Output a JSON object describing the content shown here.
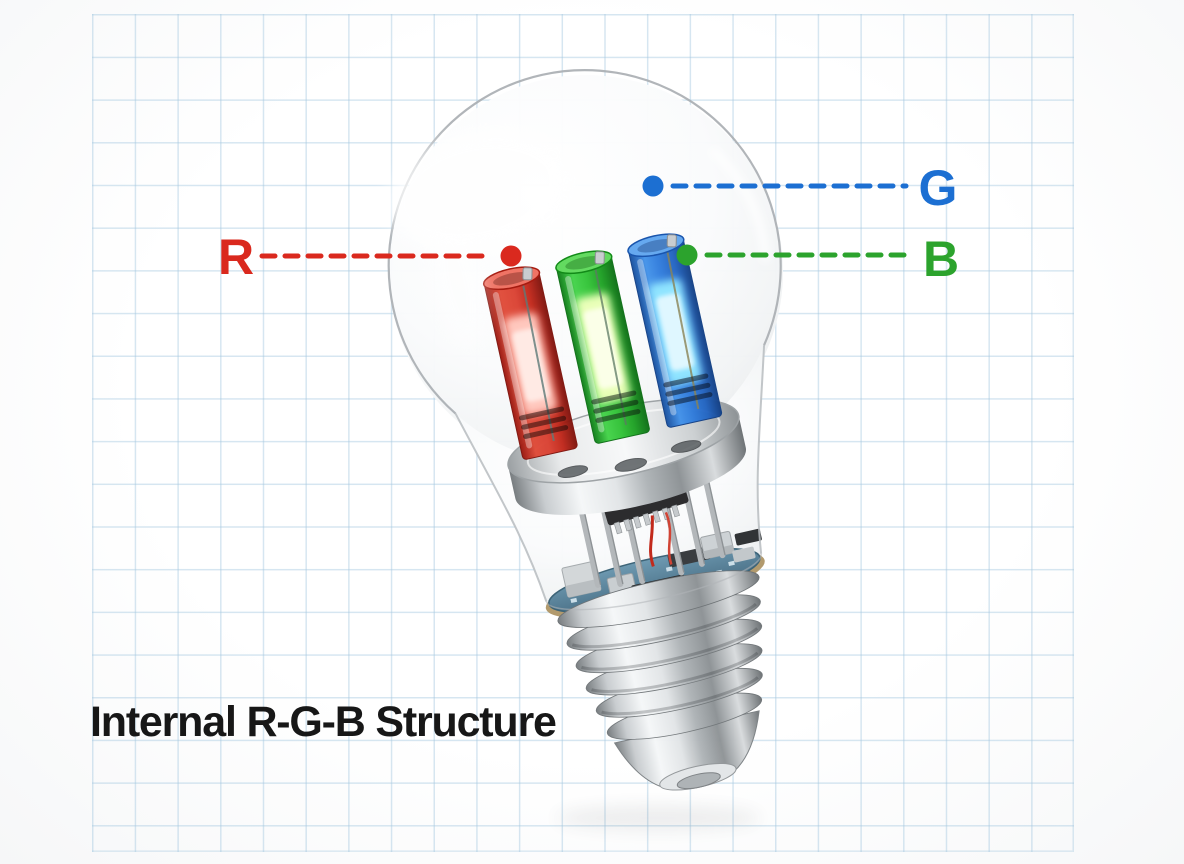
{
  "title": {
    "text": "Internal R-G-B Structure",
    "color": "#171717"
  },
  "annotations": {
    "r": {
      "label": "R",
      "color": "#da291e"
    },
    "g": {
      "label": "G",
      "color": "#1c6fd2"
    },
    "b": {
      "label": "B",
      "color": "#2ca32d"
    }
  },
  "illustration": {
    "name": "rgb-led-bulb-cutaway",
    "leds": [
      {
        "name": "red-led",
        "color": "#d8281a"
      },
      {
        "name": "green-led",
        "color": "#23b028"
      },
      {
        "name": "blue-led",
        "color": "#2a7de0"
      }
    ],
    "parts": [
      "glass-envelope",
      "led-mount-platform",
      "support-rods",
      "driver-ic",
      "circuit-board",
      "e27-screw-base"
    ]
  },
  "canvas": {
    "background": "#ffffff",
    "grid_color": "#d9e6ef"
  }
}
